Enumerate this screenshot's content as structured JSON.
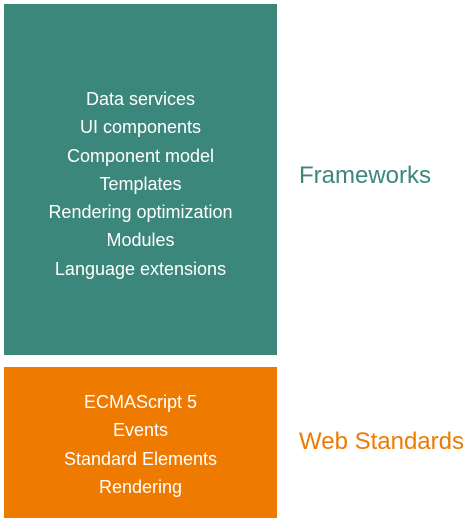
{
  "frameworks": {
    "label": "Frameworks",
    "color": "#3C877C",
    "items": [
      "Data services",
      "UI components",
      "Component model",
      "Templates",
      "Rendering optimization",
      "Modules",
      "Language extensions"
    ]
  },
  "web_standards": {
    "label": "Web Standards",
    "color": "#EE7A00",
    "items": [
      "ECMAScript 5",
      "Events",
      "Standard Elements",
      "Rendering"
    ]
  }
}
